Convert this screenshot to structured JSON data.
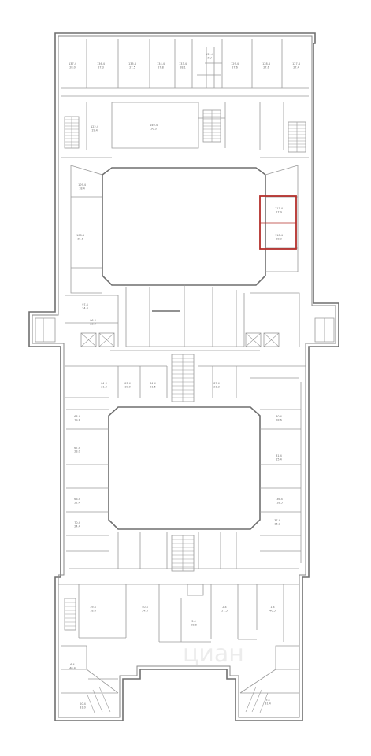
{
  "plan": {
    "highlight_color": "#b4302c",
    "wall_color": "#6f6f6f",
    "watermark": "циан",
    "rooms": [
      {
        "label": "137.4",
        "area": "28.0"
      },
      {
        "label": "136.4",
        "area": "27.3"
      },
      {
        "label": "135.4",
        "area": "27.5"
      },
      {
        "label": "134.4",
        "area": "27.8"
      },
      {
        "label": "133.4",
        "area": "28.1"
      },
      {
        "label": "131.4",
        "area": "9.5"
      },
      {
        "label": "129.4",
        "area": "27.6"
      },
      {
        "label": "128.4",
        "area": "27.6"
      },
      {
        "label": "127.4",
        "area": "27.4"
      },
      {
        "label": "140.4",
        "area": "56.3"
      },
      {
        "label": "122.4",
        "area": "19.4"
      },
      {
        "label": "108.4",
        "area": "35.1"
      },
      {
        "label": "109.4",
        "area": "18.4"
      },
      {
        "label": "117.4",
        "area": "17.9"
      },
      {
        "label": "118.4",
        "area": "18.3"
      },
      {
        "label": "97.4",
        "area": "24.4"
      },
      {
        "label": "96.4",
        "area": "22.0"
      },
      {
        "label": "94.4",
        "area": "21.3"
      },
      {
        "label": "93.4",
        "area": "19.0"
      },
      {
        "label": "84.4",
        "area": "21.5"
      },
      {
        "label": "87.4",
        "area": "21.3"
      },
      {
        "label": "68.4",
        "area": "19.8"
      },
      {
        "label": "67.4",
        "area": "23.0"
      },
      {
        "label": "66.4",
        "area": "22.4"
      },
      {
        "label": "70.4",
        "area": "24.4"
      },
      {
        "label": "30.4",
        "area": "18.6"
      },
      {
        "label": "31.4",
        "area": "15.4"
      },
      {
        "label": "36.4",
        "area": "18.5"
      },
      {
        "label": "37.4",
        "area": "16.2"
      },
      {
        "label": "39.4",
        "area": "18.6"
      },
      {
        "label": "40.4",
        "area": "24.3"
      },
      {
        "label": "3.4",
        "area": "28.8"
      },
      {
        "label": "2.4",
        "area": "27.5"
      },
      {
        "label": "1.4",
        "area": "40.5"
      },
      {
        "label": "6.4",
        "area": "40.4"
      },
      {
        "label": "9.4",
        "area": "31.4"
      },
      {
        "label": "20.4",
        "area": "31.0"
      }
    ]
  }
}
